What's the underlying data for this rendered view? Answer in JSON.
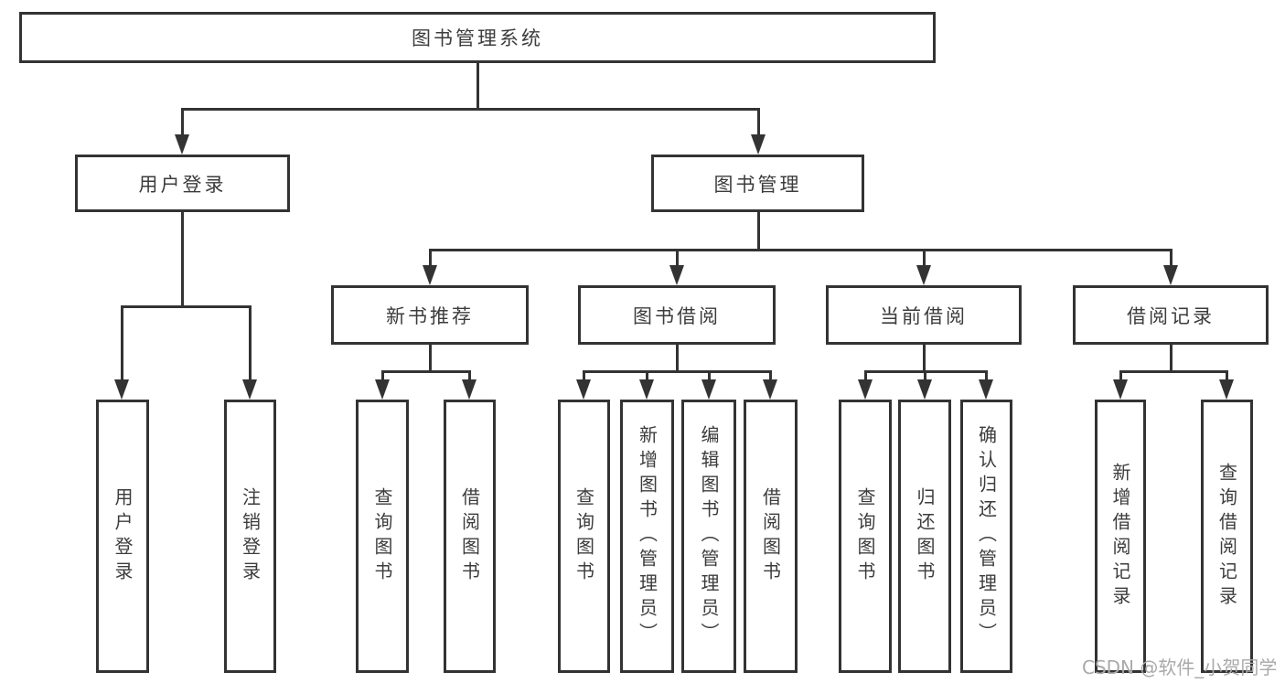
{
  "theme": {
    "line-color": "#333333",
    "text-color": "#3c3c3c",
    "watermark-color": "#a9a9a9",
    "bg": "#ffffff"
  },
  "tree": {
    "label": "图书管理系统",
    "children": [
      {
        "label": "用户登录",
        "children": [
          {
            "label": "用户登录"
          },
          {
            "label": "注销登录"
          }
        ]
      },
      {
        "label": "图书管理",
        "children": [
          {
            "label": "新书推荐",
            "children": [
              {
                "label": "查询图书"
              },
              {
                "label": "借阅图书"
              }
            ]
          },
          {
            "label": "图书借阅",
            "children": [
              {
                "label": "查询图书"
              },
              {
                "label": "新增图书（管理员）"
              },
              {
                "label": "编辑图书（管理员）"
              },
              {
                "label": "借阅图书"
              }
            ]
          },
          {
            "label": "当前借阅",
            "children": [
              {
                "label": "查询图书"
              },
              {
                "label": "归还图书"
              },
              {
                "label": "确认归还（管理员）"
              }
            ]
          },
          {
            "label": "借阅记录",
            "children": [
              {
                "label": "新增借阅记录"
              },
              {
                "label": "查询借阅记录"
              }
            ]
          }
        ]
      }
    ]
  },
  "watermark": {
    "text": "CSDN @软件_小贺同学"
  }
}
